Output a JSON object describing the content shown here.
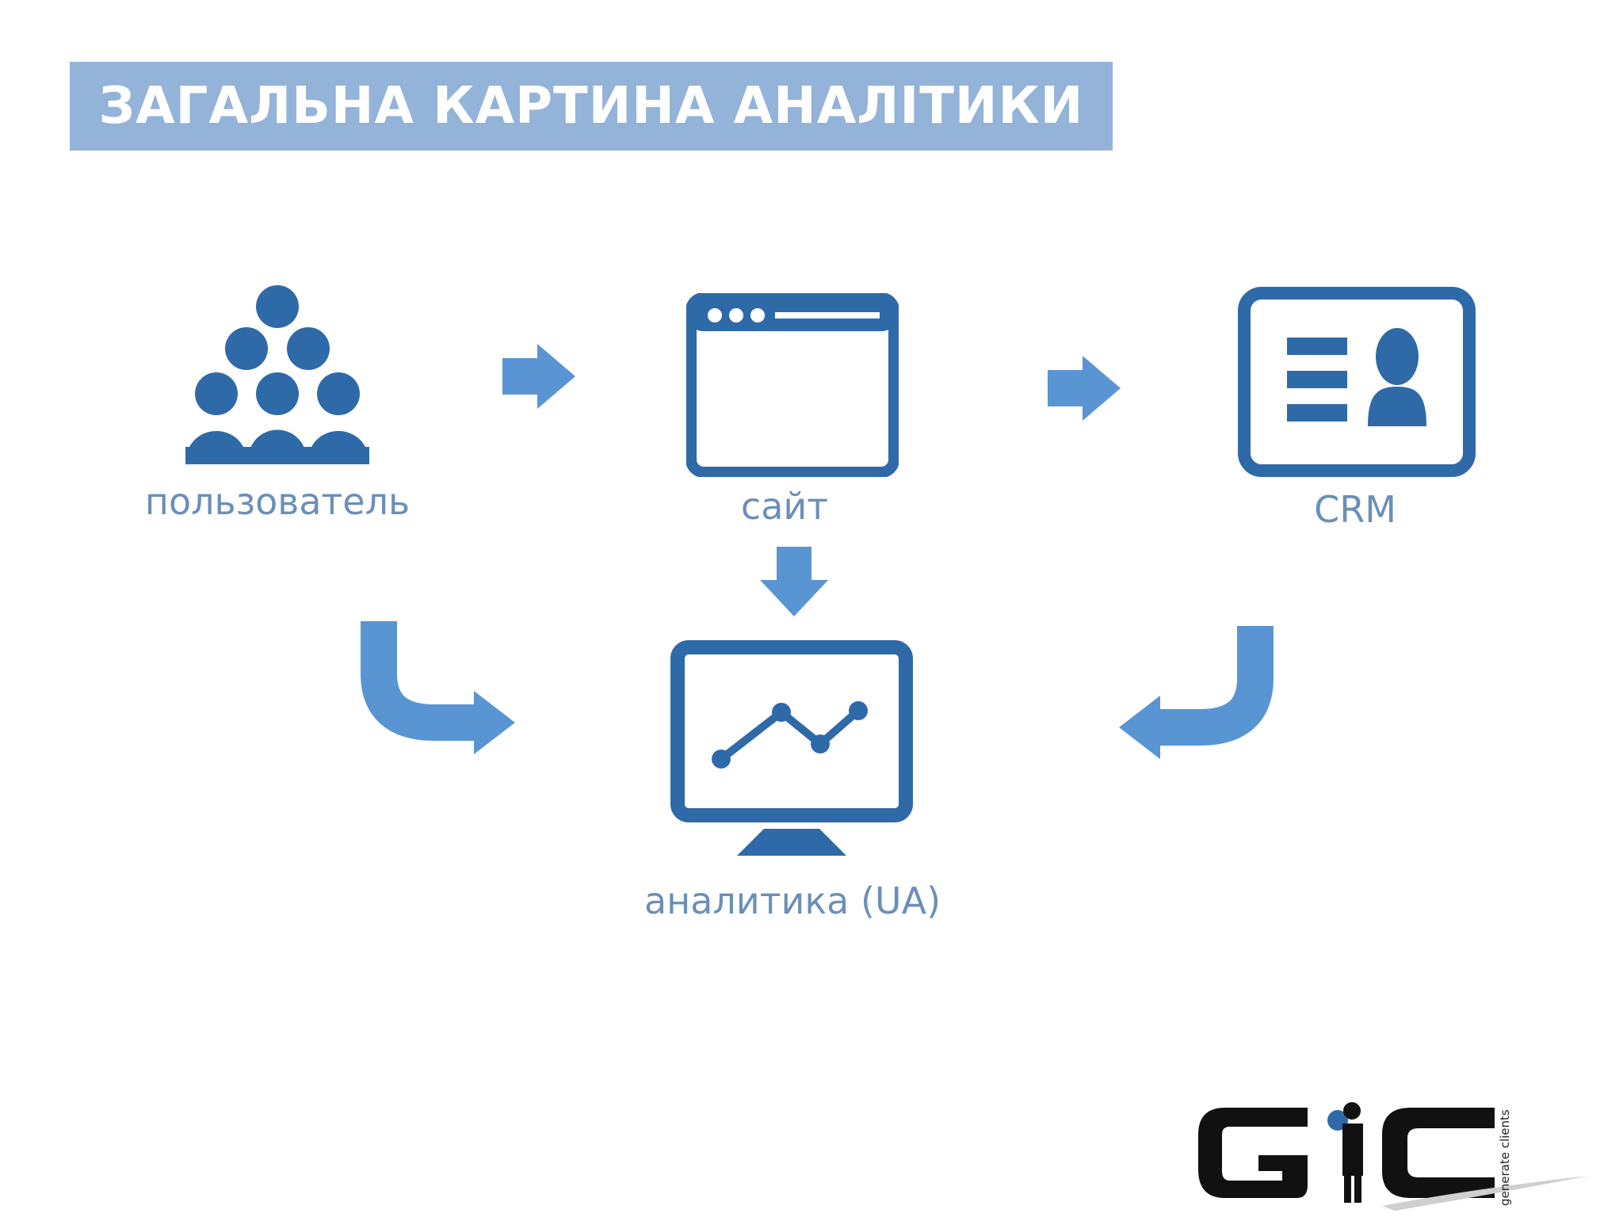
{
  "slide": {
    "title": "ЗАГАЛЬНА КАРТИНА АНАЛІТИКИ"
  },
  "diagram": {
    "nodes": {
      "user": {
        "label": "пользователь",
        "icon": "users-group-icon"
      },
      "site": {
        "label": "сайт",
        "icon": "browser-window-icon"
      },
      "crm": {
        "label": "CRM",
        "icon": "contact-card-icon"
      },
      "analytics": {
        "label": "аналитика (UA)",
        "icon": "monitor-chart-icon"
      }
    },
    "arrows": [
      {
        "from": "user",
        "to": "site"
      },
      {
        "from": "site",
        "to": "crm"
      },
      {
        "from": "site",
        "to": "analytics"
      },
      {
        "from": "user",
        "to": "analytics"
      },
      {
        "from": "crm",
        "to": "analytics"
      }
    ]
  },
  "colors": {
    "icon": "#2f6aa8",
    "arrow": "#5a95d3",
    "label": "#6b8fb8",
    "banner": "#94b3d8"
  },
  "logo": {
    "letters": "GiC",
    "tagline": "generate clients"
  }
}
